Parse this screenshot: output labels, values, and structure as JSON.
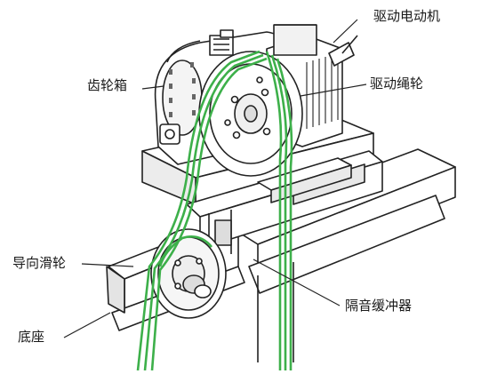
{
  "labels": {
    "drive_motor": "驱动电动机",
    "gearbox": "齿轮箱",
    "drive_sheave": "驱动绳轮",
    "guide_pulley": "导向滑轮",
    "sound_buffer": "隔音缓冲器",
    "base": "底座"
  },
  "colors": {
    "rope": "#3db04a",
    "line": "#222222",
    "fill": "#ffffff",
    "shade": "#cfcfcf"
  },
  "icons": [
    "rope-icon"
  ]
}
